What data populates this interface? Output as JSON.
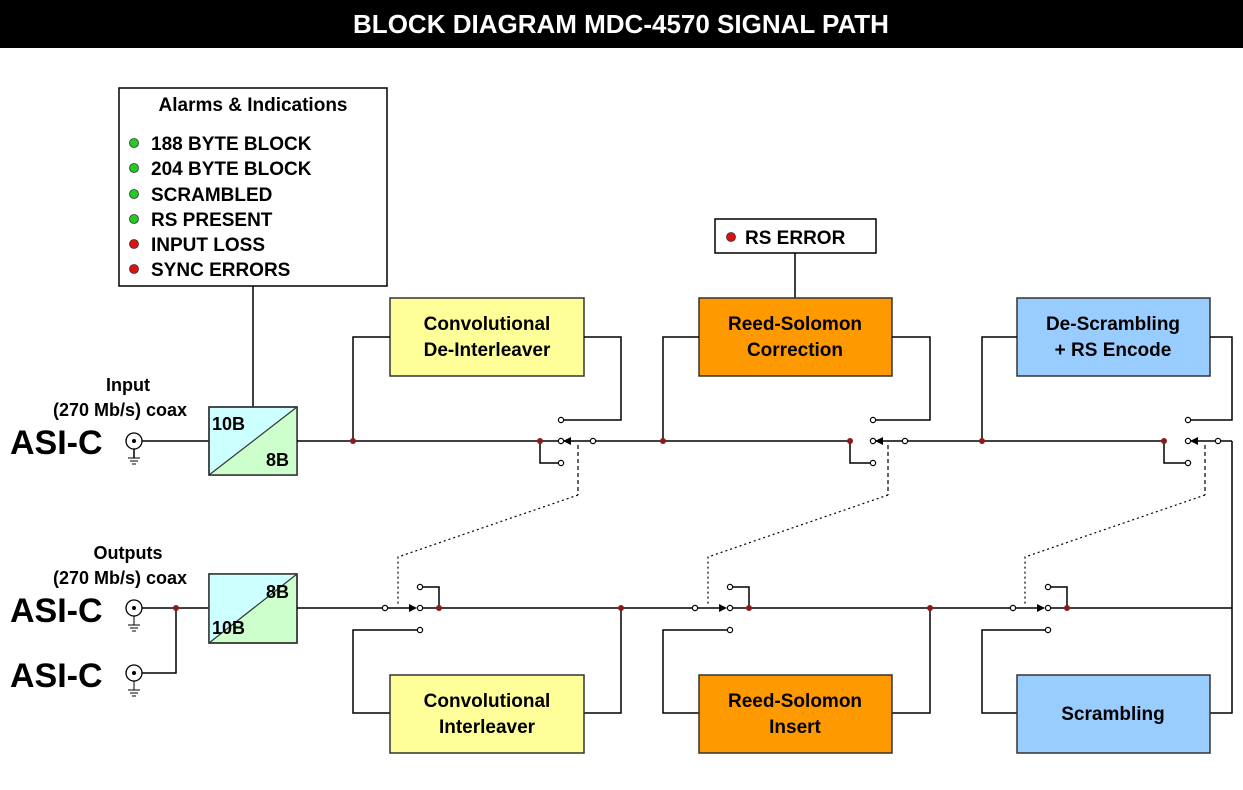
{
  "title": "BLOCK DIAGRAM MDC-4570 SIGNAL PATH",
  "alarms": {
    "heading": "Alarms & Indications",
    "items": [
      {
        "label": "188 BYTE BLOCK",
        "led": "#22cc22"
      },
      {
        "label": "204 BYTE BLOCK",
        "led": "#22cc22"
      },
      {
        "label": "SCRAMBLED",
        "led": "#22cc22"
      },
      {
        "label": "RS PRESENT",
        "led": "#22cc22"
      },
      {
        "label": "INPUT LOSS",
        "led": "#dd1111"
      },
      {
        "label": "SYNC ERRORS",
        "led": "#dd1111"
      }
    ]
  },
  "rs_error": {
    "label": "RS ERROR",
    "led": "#dd1111"
  },
  "input": {
    "label": "Input",
    "rate": "(270 Mb/s) coax",
    "connector": "ASI-C"
  },
  "outputs": {
    "label": "Outputs",
    "rate": "(270 Mb/s) coax",
    "connectors": [
      "ASI-C",
      "ASI-C"
    ]
  },
  "converters": {
    "input": {
      "top": "10B",
      "bottom": "8B"
    },
    "output": {
      "top": "8B",
      "bottom": "10B"
    }
  },
  "blocks": {
    "top": [
      {
        "lines": [
          "Convolutional",
          "De-Interleaver"
        ],
        "color": "#ffff99"
      },
      {
        "lines": [
          "Reed-Solomon",
          "Correction"
        ],
        "color": "#ff9900"
      },
      {
        "lines": [
          "De-Scrambling",
          "+ RS Encode"
        ],
        "color": "#99ccff"
      }
    ],
    "bottom": [
      {
        "lines": [
          "Convolutional",
          "Interleaver"
        ],
        "color": "#ffff99"
      },
      {
        "lines": [
          "Reed-Solomon",
          "Insert"
        ],
        "color": "#ff9900"
      },
      {
        "lines": [
          "Scrambling"
        ],
        "color": "#99ccff"
      }
    ]
  },
  "colors": {
    "title_bar": "#000000",
    "converter_fill": "#ccffff",
    "converter_fill_alt": "#ccffcc",
    "junction": "#8b1a1a"
  }
}
